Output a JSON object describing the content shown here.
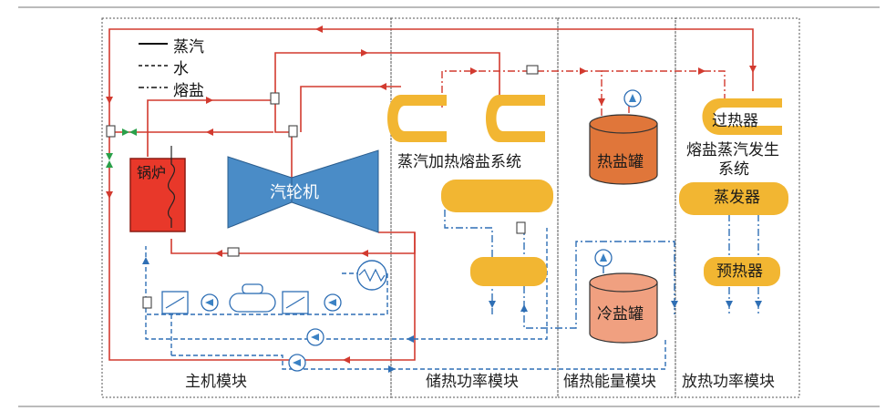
{
  "legend": {
    "steam": "蒸汽",
    "water": "水",
    "molten_salt": "熔盐"
  },
  "components": {
    "boiler": "锅炉",
    "turbine": "汽轮机",
    "steam_heating_molten_salt_system": "蒸汽加热熔盐系统",
    "hot_salt_tank": "热盐罐",
    "cold_salt_tank": "冷盐罐",
    "superheater": "过热器",
    "molten_salt_steam_generator_line1": "熔盐蒸汽发生",
    "molten_salt_steam_generator_line2": "系统",
    "evaporator": "蒸发器",
    "preheater": "预热器"
  },
  "modules": {
    "main_unit": "主机模块",
    "storage_power": "储热功率模块",
    "storage_energy": "储热能量模块",
    "discharge_power": "放热功率模块"
  },
  "colors": {
    "steam_line": "#d23a2f",
    "water_line": "#2f6fb5",
    "molten_salt_line_hot": "#d23a2f",
    "molten_salt_line_cold": "#2f6fb5",
    "exchanger": "#f2b632",
    "boiler": "#e8382a",
    "turbine": "#4a8cc7",
    "hot_tank": "#e0763a",
    "cold_tank": "#f0a080",
    "pump": "#3b82c4",
    "valve_green": "#2aa04a"
  }
}
